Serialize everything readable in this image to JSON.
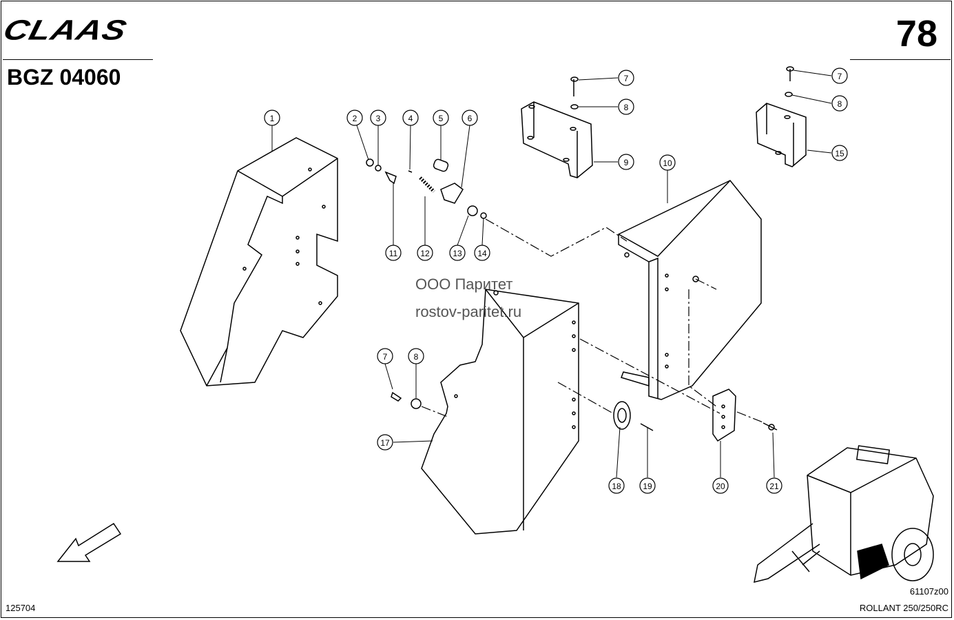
{
  "header": {
    "brand": "CLAAS",
    "document_code": "BGZ 04060",
    "page_number": "78"
  },
  "watermark": {
    "line1": "ООО Паритет",
    "line2": "rostov-paritet.ru"
  },
  "footer": {
    "left_code": "125704",
    "drawing_number": "61107z00",
    "model": "ROLLANT 250/250RC"
  },
  "callouts": [
    "1",
    "2",
    "3",
    "4",
    "5",
    "6",
    "7",
    "8",
    "9",
    "10",
    "11",
    "12",
    "13",
    "14",
    "7",
    "8",
    "15",
    "7",
    "8",
    "17",
    "18",
    "19",
    "20",
    "21"
  ]
}
